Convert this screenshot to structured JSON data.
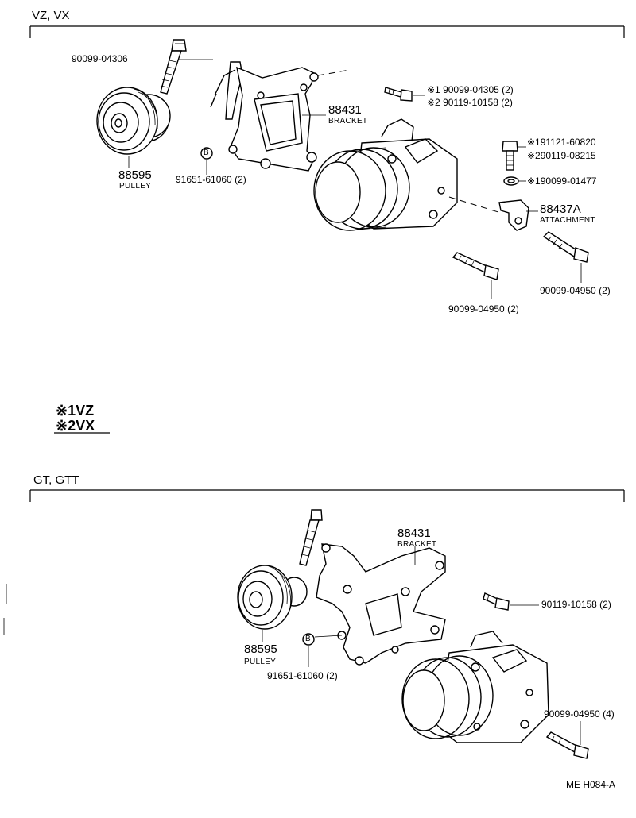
{
  "sections": [
    {
      "heading": "VZ, VX",
      "labels": {
        "bolt_top": "90099-04306",
        "bolt_pair_a": "※1 90099-04305 (2)",
        "bolt_pair_b": "※2 90119-10158 (2)",
        "bracket_no": "88431",
        "bracket_name": "BRACKET",
        "pulley_no": "88595",
        "pulley_name": "PULLEY",
        "bolt_b": "91651-61060 (2)",
        "b_marker": "B",
        "right_a": "※191121-60820",
        "right_b": "※290119-08215",
        "washer": "※190099-01477",
        "attach_no": "88437A",
        "attach_name": "ATTACHMENT",
        "bolt_right": "90099-04950 (2)",
        "bolt_center": "90099-04950 (2)"
      }
    },
    {
      "heading": "GT, GTT",
      "labels": {
        "bracket_no": "88431",
        "bracket_name": "BRACKET",
        "bolt_right": "90119-10158 (2)",
        "pulley_no": "88595",
        "pulley_name": "PULLEY",
        "bolt_b": "91651-61060 (2)",
        "b_marker": "B",
        "bolt_bottom": "90099-04950 (4)"
      }
    }
  ],
  "legend": {
    "line1": "※1VZ",
    "line2": "※2VX"
  },
  "reference_code": "ME H084-A"
}
